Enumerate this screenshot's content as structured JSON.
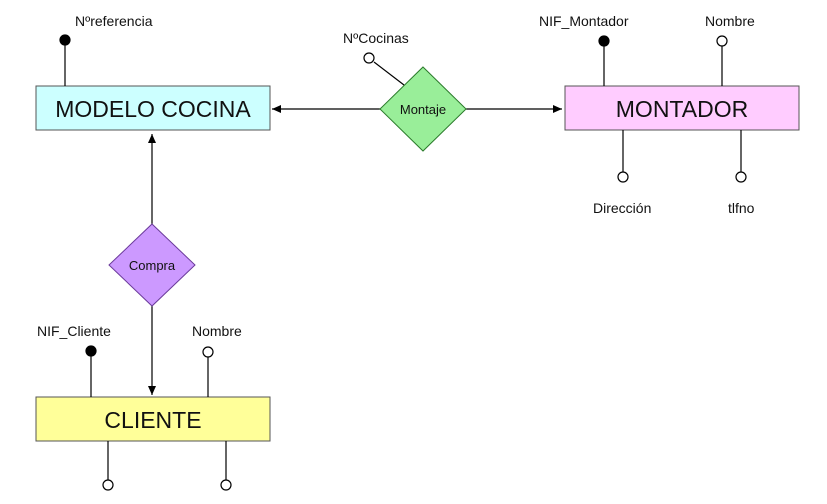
{
  "entities": {
    "modelo_cocina": {
      "label": "MODELO COCINA",
      "fill": "#ccffff"
    },
    "montador": {
      "label": "MONTADOR",
      "fill": "#ffccff"
    },
    "cliente": {
      "label": "CLIENTE",
      "fill": "#ffff99"
    }
  },
  "relationships": {
    "montaje": {
      "label": "Montaje",
      "fill": "#99ee99"
    },
    "compra": {
      "label": "Compra",
      "fill": "#cc99ff"
    }
  },
  "attributes": {
    "nreferencia": "Nºreferencia",
    "ncocinas": "NºCocinas",
    "nif_montador": "NIF_Montador",
    "nombre_montador": "Nombre",
    "direccion": "Dirección",
    "tlfno": "tlfno",
    "nif_cliente": "NIF_Cliente",
    "nombre_cliente": "Nombre"
  }
}
